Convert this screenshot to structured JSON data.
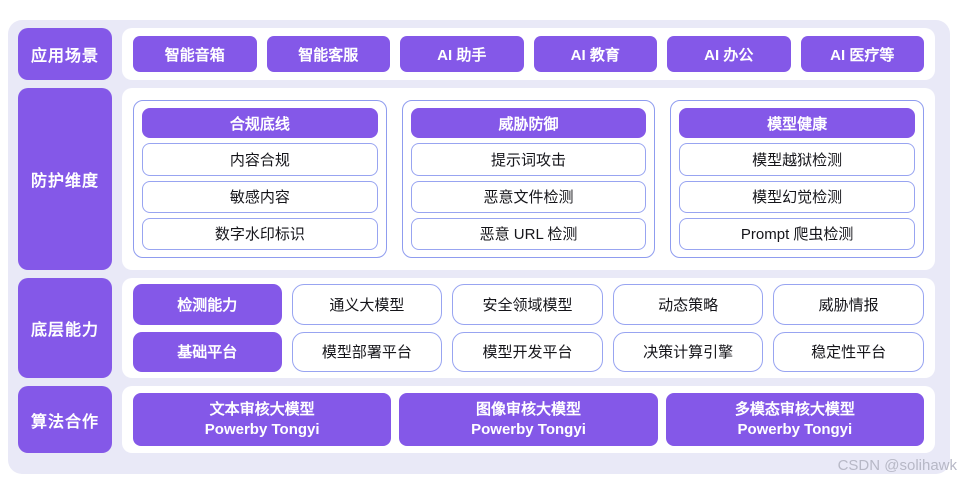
{
  "colors": {
    "purple": "#8458E8",
    "background": "#E9E9F7",
    "cell_border": "#98A4F1",
    "group_border": "#8F9CEF",
    "watermark_color": "#B7B8C6"
  },
  "sections": {
    "scenarios": {
      "label": "应用场景",
      "items": [
        "智能音箱",
        "智能客服",
        "AI 助手",
        "AI 教育",
        "AI 办公",
        "AI 医疗等"
      ]
    },
    "dimensions": {
      "label": "防护维度",
      "groups": [
        {
          "header": "合规底线",
          "items": [
            "内容合规",
            "敏感内容",
            "数字水印标识"
          ]
        },
        {
          "header": "威胁防御",
          "items": [
            "提示词攻击",
            "恶意文件检测",
            "恶意 URL 检测"
          ]
        },
        {
          "header": "模型健康",
          "items": [
            "模型越狱检测",
            "模型幻觉检测",
            "Prompt 爬虫检测"
          ]
        }
      ]
    },
    "capabilities": {
      "label": "底层能力",
      "rows": [
        {
          "lead": "检测能力",
          "cells": [
            "通义大模型",
            "安全领域模型",
            "动态策略",
            "威胁情报"
          ]
        },
        {
          "lead": "基础平台",
          "cells": [
            "模型部署平台",
            "模型开发平台",
            "决策计算引擎",
            "稳定性平台"
          ]
        }
      ]
    },
    "cooperation": {
      "label": "算法合作",
      "models": [
        {
          "title": "文本审核大模型",
          "subtitle": "Powerby Tongyi"
        },
        {
          "title": "图像审核大模型",
          "subtitle": "Powerby Tongyi"
        },
        {
          "title": "多模态审核大模型",
          "subtitle": "Powerby Tongyi"
        }
      ]
    }
  },
  "watermark": "CSDN @solihawk"
}
